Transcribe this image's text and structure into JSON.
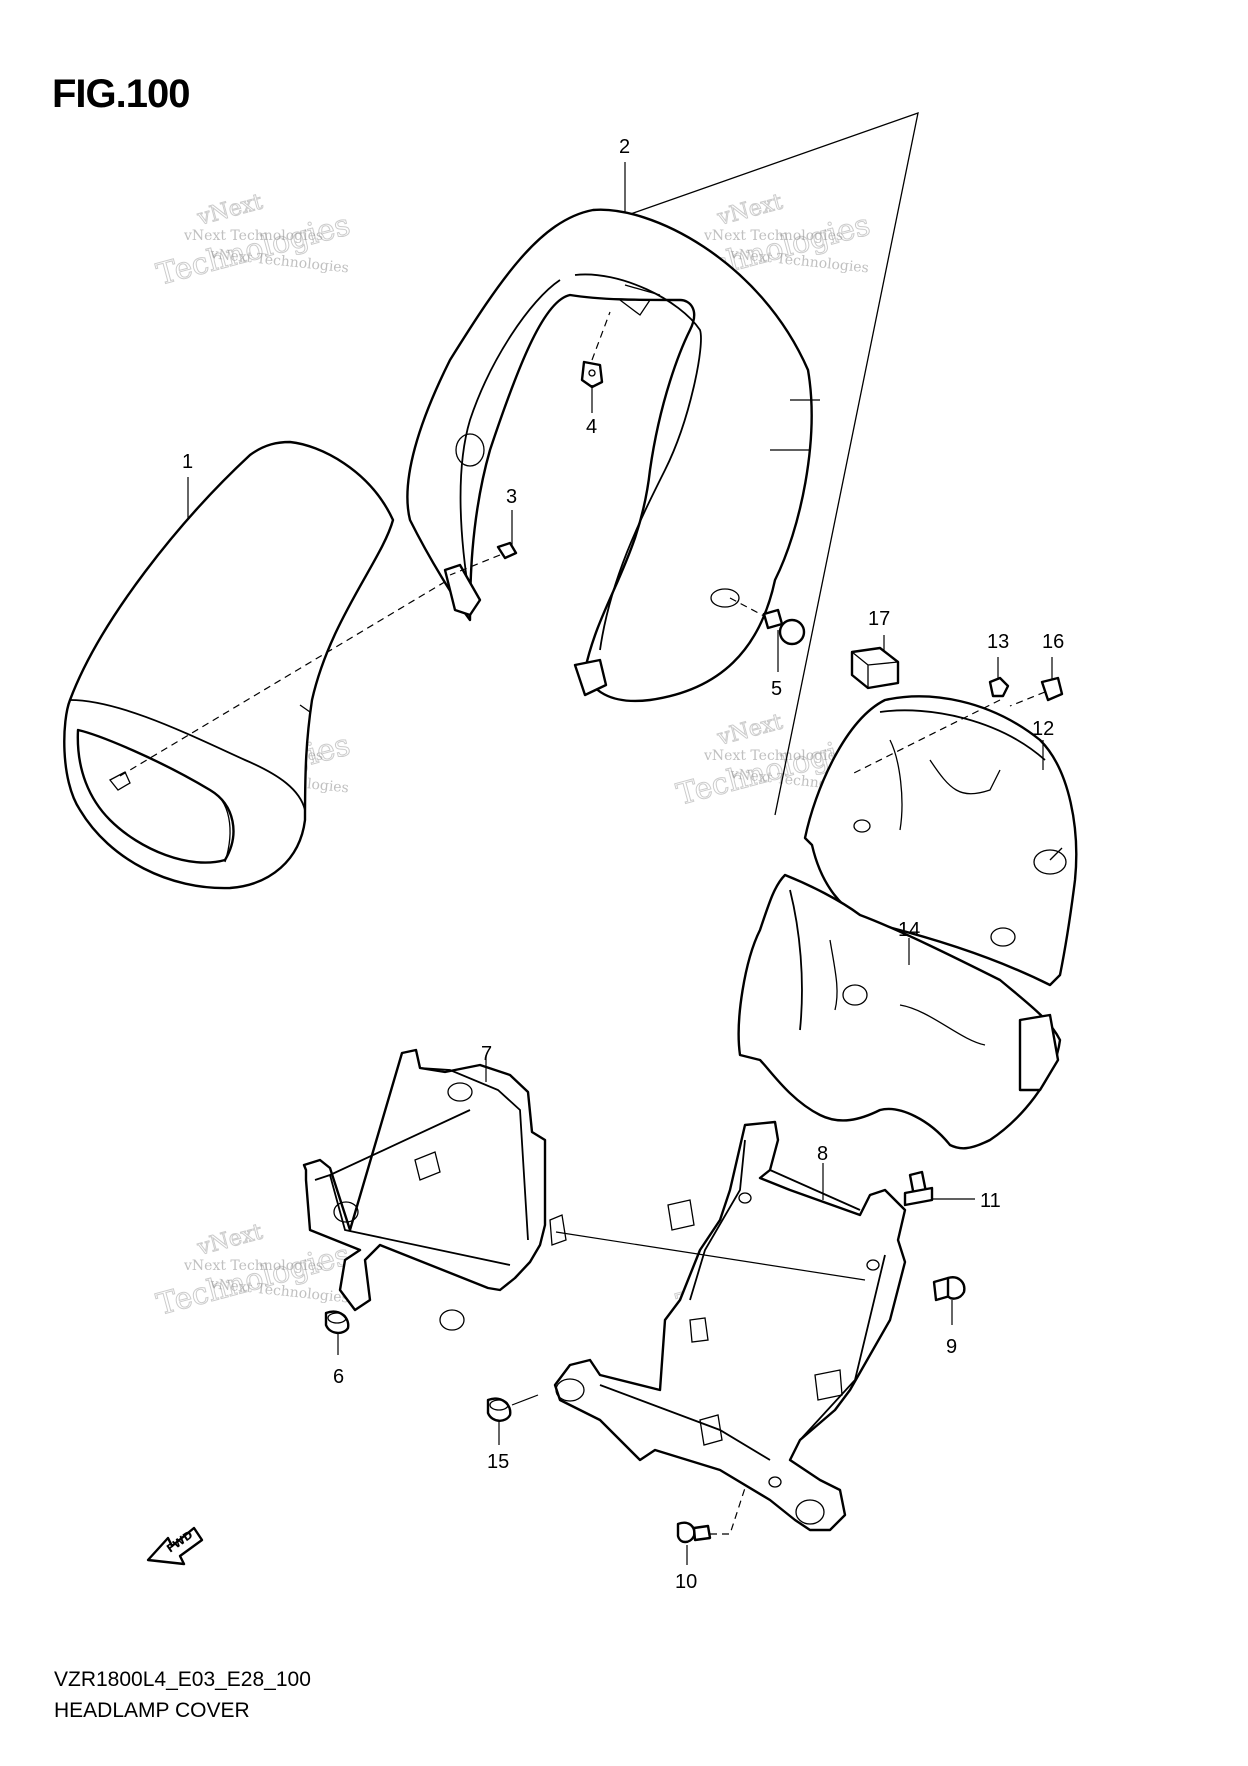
{
  "figure": {
    "title": "FIG.100",
    "code": "VZR1800L4_E03_E28_100",
    "name": "HEADLAMP COVER"
  },
  "watermark": {
    "line": "vNext Technologies",
    "big": "Technologies",
    "small": "vNext"
  },
  "direction_badge": "FWD",
  "callouts": [
    "1",
    "2",
    "3",
    "4",
    "5",
    "6",
    "7",
    "8",
    "9",
    "10",
    "11",
    "12",
    "13",
    "14",
    "15",
    "16",
    "17"
  ]
}
